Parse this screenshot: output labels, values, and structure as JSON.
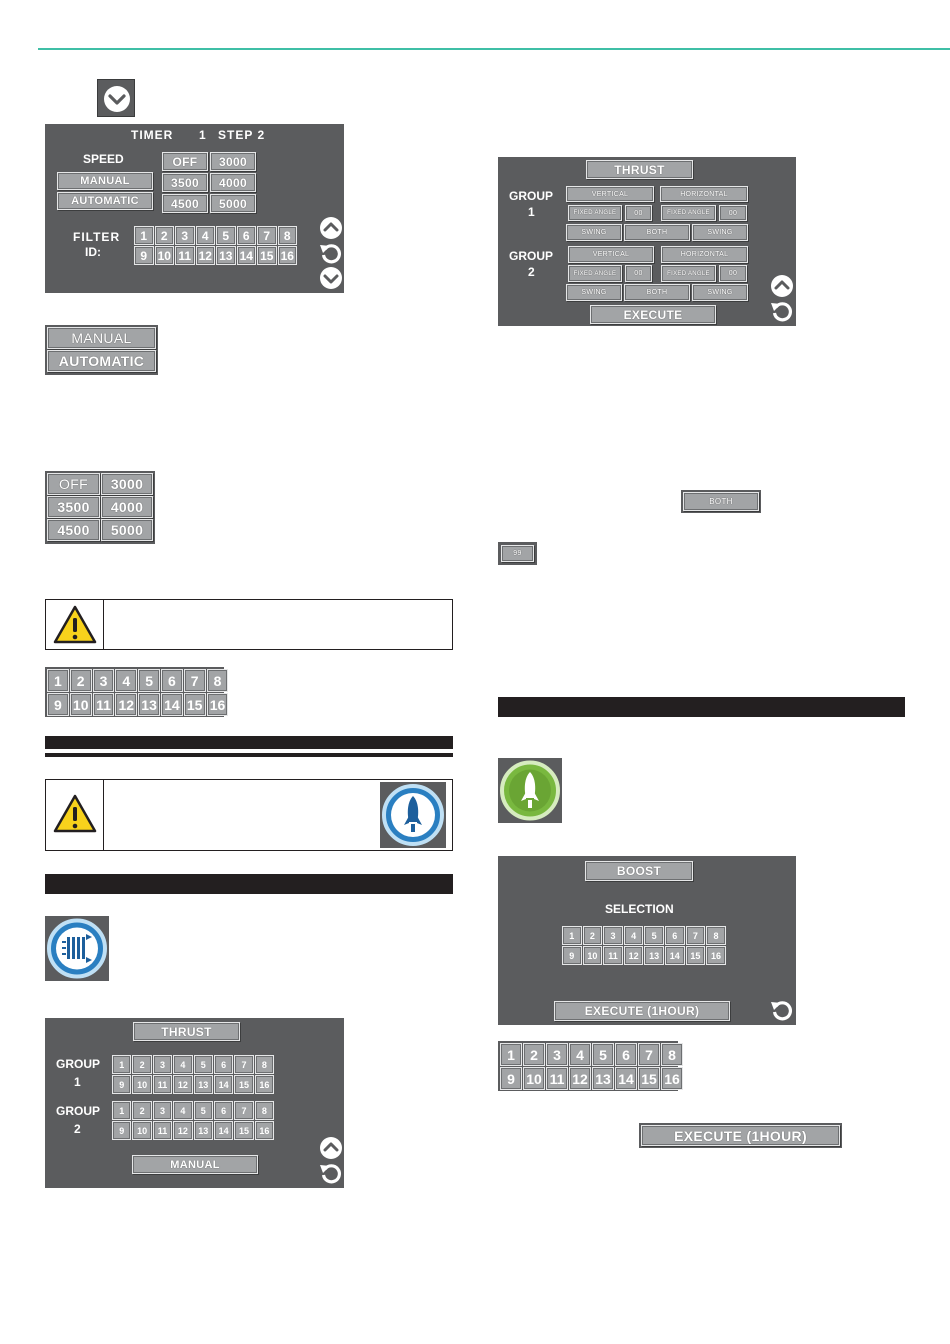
{
  "colors": {
    "accent_line": "#3fbfa6",
    "panel": "#5b5c5e",
    "button": "#a2a4a6",
    "dark_bar": "#231f20",
    "warning": "#f8d21c",
    "boost_icon": "#79b83f",
    "info_icon": "#2a7fc1"
  },
  "icons": [
    "chevron-down-icon",
    "chevron-up-icon",
    "undo-icon",
    "warning-icon",
    "rocket-icon",
    "thrust-icon"
  ],
  "timer_panel": {
    "title": "TIMER",
    "timer_number": "1",
    "step_label": "STEP 2",
    "speed_label": "SPEED",
    "mode_buttons": [
      "MANUAL",
      "AUTOMATIC"
    ],
    "speed_buttons": [
      "OFF",
      "3000",
      "3500",
      "4000",
      "4500",
      "5000"
    ],
    "filter_label_1": "FILTER",
    "filter_label_2": "ID:",
    "filter_ids": [
      "1",
      "2",
      "3",
      "4",
      "5",
      "6",
      "7",
      "8",
      "9",
      "10",
      "11",
      "12",
      "13",
      "14",
      "15",
      "16"
    ]
  },
  "mode_example": [
    "MANUAL",
    "AUTOMATIC"
  ],
  "speed_example": [
    "OFF",
    "3000",
    "3500",
    "4000",
    "4500",
    "5000"
  ],
  "filter_example": [
    "1",
    "2",
    "3",
    "4",
    "5",
    "6",
    "7",
    "8",
    "9",
    "10",
    "11",
    "12",
    "13",
    "14",
    "15",
    "16"
  ],
  "thrust_panel_small": {
    "title": "THRUST",
    "group1_label": "GROUP",
    "group1_num": "1",
    "group2_label": "GROUP",
    "group2_num": "2",
    "ids": [
      "1",
      "2",
      "3",
      "4",
      "5",
      "6",
      "7",
      "8",
      "9",
      "10",
      "11",
      "12",
      "13",
      "14",
      "15",
      "16"
    ],
    "manual_button": "MANUAL"
  },
  "thrust_panel_large": {
    "title": "THRUST",
    "group1_label": "GROUP",
    "group1_num": "1",
    "group2_label": "GROUP",
    "group2_num": "2",
    "vertical": "VERTICAL",
    "horizontal": "HORIZONTAL",
    "fixed_angle": "FIXED ANGLE",
    "angle_value": "00",
    "swing": "SWING",
    "both": "BOTH",
    "execute": "EXECUTE"
  },
  "both_example": "BOTH",
  "value_example": "99",
  "boost_panel": {
    "title": "BOOST",
    "selection": "SELECTION",
    "ids": [
      "1",
      "2",
      "3",
      "4",
      "5",
      "6",
      "7",
      "8",
      "9",
      "10",
      "11",
      "12",
      "13",
      "14",
      "15",
      "16"
    ],
    "execute": "EXECUTE (1HOUR)"
  },
  "boost_ids_example": [
    "1",
    "2",
    "3",
    "4",
    "5",
    "6",
    "7",
    "8",
    "9",
    "10",
    "11",
    "12",
    "13",
    "14",
    "15",
    "16"
  ],
  "execute_example": "EXECUTE (1HOUR)"
}
